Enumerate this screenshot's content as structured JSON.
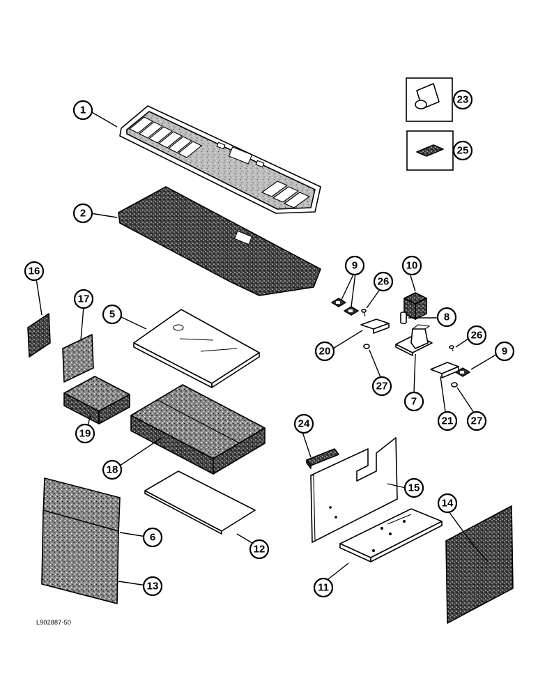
{
  "callouts": [
    "1",
    "2",
    "5",
    "6",
    "7",
    "8",
    "9",
    "9",
    "10",
    "11",
    "12",
    "13",
    "14",
    "15",
    "16",
    "17",
    "18",
    "19",
    "20",
    "21",
    "23",
    "24",
    "25",
    "26",
    "26",
    "27",
    "27"
  ],
  "reference_code": "L902887-50"
}
